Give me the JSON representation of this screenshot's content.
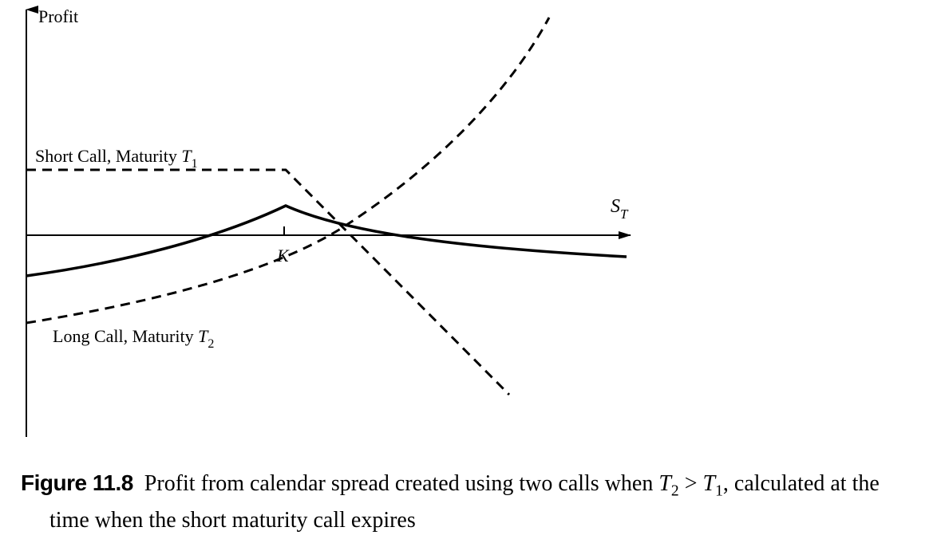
{
  "axes": {
    "y_label": "Profit",
    "x_label_main": "S",
    "x_label_sub": "T",
    "strike_label": "K"
  },
  "curves": {
    "short_call": {
      "label_text": "Short Call, Maturity ",
      "label_var": "T",
      "label_sub": "1"
    },
    "long_call": {
      "label_text": "Long Call, Maturity ",
      "label_var": "T",
      "label_sub": "2"
    }
  },
  "caption": {
    "figure_number": "Figure 11.8",
    "text_1": "Profit from calendar spread created using two calls when ",
    "t2_var": "T",
    "t2_sub": "2",
    "gt": " > ",
    "t1_var": "T",
    "t1_sub": "1",
    "text_2": ", calculated at the",
    "text_3": "time when the short maturity call expires"
  }
}
